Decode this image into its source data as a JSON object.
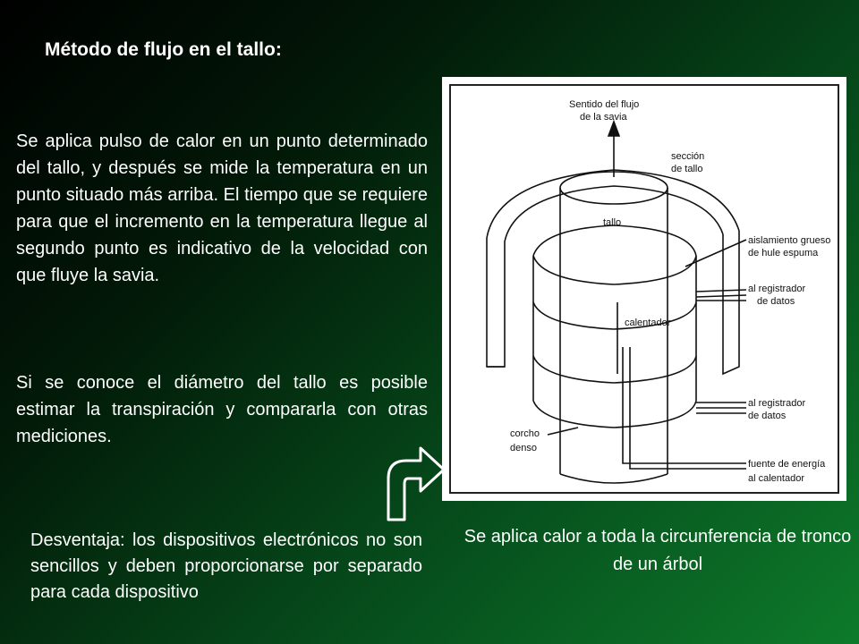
{
  "title": "Método de flujo en el tallo:",
  "paragraph1": "Se aplica  pulso de calor en un punto determinado del tallo, y después se mide la temperatura en un punto situado más arriba. El tiempo que se requiere para que el incremento en la temperatura llegue al segundo punto es indicativo de la velocidad con que fluye la savia.",
  "paragraph2": "Si se conoce el diámetro del tallo es posible estimar la transpiración y compararla con otras mediciones.",
  "disadvantage": "Desventaja: los dispositivos electrónicos no son sencillos y deben proporcionarse por separado para cada dispositivo",
  "caption": "Se aplica calor a toda la circunferencia de tronco de un árbol",
  "diagram": {
    "labels": {
      "flow_line1": "Sentido del flujo",
      "flow_line2": "de la savia",
      "section_line1": "sección",
      "section_line2": "de tallo",
      "stem": "tallo",
      "insulation_line1": "aislamiento grueso",
      "insulation_line2": "de hule espuma",
      "recorder1_line1": "al registrador",
      "recorder1_line2": "de datos",
      "heater": "calentador",
      "recorder2_line1": "al registrador",
      "recorder2_line2": "de datos",
      "cork_line1": "corcho",
      "cork_line2": "denso",
      "energy_line1": "fuente de energía",
      "energy_line2": "al calentador"
    }
  },
  "icons": {
    "arrow": "curved-up-right-arrow-icon"
  }
}
